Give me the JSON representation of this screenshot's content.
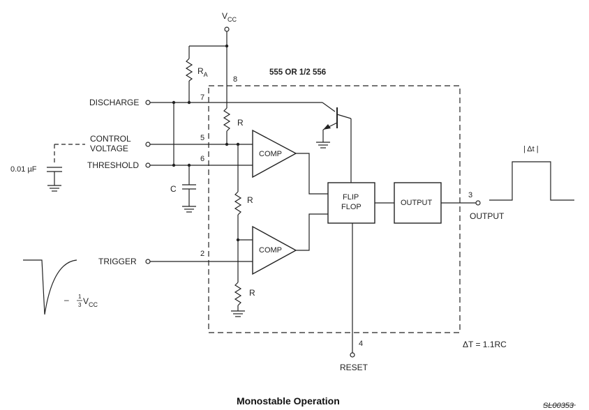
{
  "supply": {
    "label": "V",
    "subscript": "CC"
  },
  "ic_label": "555 OR 1/2 556",
  "resistors": {
    "ra_label": "R",
    "ra_subscript": "A",
    "r_label": "R"
  },
  "capacitors": {
    "c_label": "C",
    "control_cap": "0.01 µF"
  },
  "inputs": {
    "discharge": "DISCHARGE",
    "control_1": "CONTROL",
    "control_2": "VOLTAGE",
    "threshold": "THRESHOLD",
    "trigger": "TRIGGER",
    "reset": "RESET"
  },
  "pins": {
    "p8": "8",
    "p7": "7",
    "p5": "5",
    "p6": "6",
    "p2": "2",
    "p4": "4",
    "p3": "3"
  },
  "blocks": {
    "comp": "COMP",
    "flip_1": "FLIP",
    "flip_2": "FLOP",
    "output": "OUTPUT"
  },
  "output_label": "OUTPUT",
  "pulse_label": "| Δt |",
  "trigger_note": {
    "prefix": "–",
    "num": "1",
    "den": "3",
    "v": "V",
    "sub": "CC"
  },
  "formula": "ΔT = 1.1RC",
  "title": "Monostable Operation",
  "figure_code": "SL00353"
}
